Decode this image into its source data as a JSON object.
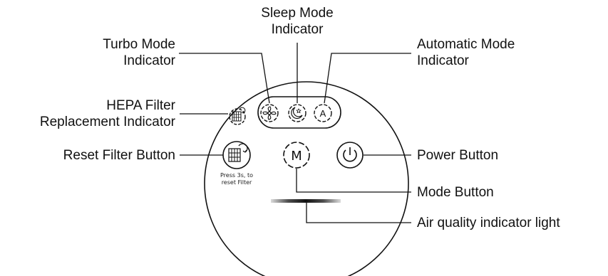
{
  "labels": {
    "sleep_mode_line1": "Sleep Mode",
    "sleep_mode_line2": "Indicator",
    "turbo_mode_line1": "Turbo Mode",
    "turbo_mode_line2": "Indicator",
    "automatic_mode_line1": "Automatic Mode",
    "automatic_mode_line2": "Indicator",
    "hepa_line1": "HEPA Filter",
    "hepa_line2": "Replacement Indicator",
    "reset_filter_button": "Reset Filter Button",
    "power_button": "Power Button",
    "mode_button": "Mode Button",
    "air_quality_light": "Air quality indicator light"
  },
  "reset_hint": {
    "line1": "Press 3s, to",
    "line2": "reset Filter"
  },
  "icons": {
    "mode_letter": "M",
    "auto_letter": "A"
  },
  "colors": {
    "line": "#111111",
    "background": "#ffffff"
  }
}
